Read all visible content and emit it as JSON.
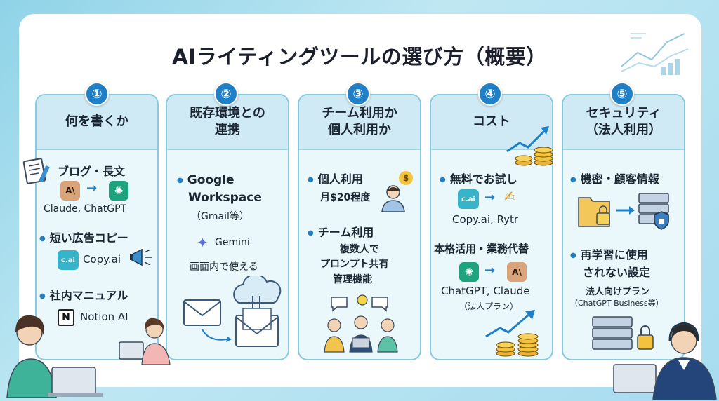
{
  "title": "AIライティングツールの選び方（概要）",
  "cards": [
    {
      "num": "①",
      "heading": "何を書くか",
      "items": [
        {
          "label": "ブログ・長文",
          "tools": "Claude, ChatGPT"
        },
        {
          "label": "短い広告コピー",
          "tools": "Copy.ai"
        },
        {
          "label": "社内マニュアル",
          "tools": "Notion AI"
        }
      ]
    },
    {
      "num": "②",
      "heading_line1": "既存環境との",
      "heading_line2": "連携",
      "item_line1": "Google",
      "item_line2": "Workspace",
      "item_line3": "（Gmail等）",
      "tool": "Gemini",
      "note": "画面内で使える"
    },
    {
      "num": "③",
      "heading_line1": "チーム利用か",
      "heading_line2": "個人利用か",
      "personal_label": "個人利用",
      "personal_price": "月$20程度",
      "team_label": "チーム利用",
      "team_line1": "複数人で",
      "team_line2": "プロンプト共有",
      "team_line3": "管理機能"
    },
    {
      "num": "④",
      "heading": "コスト",
      "free_label": "無料でお試し",
      "free_tools": "Copy.ai, Rytr",
      "pro_label": "本格活用・業務代替",
      "pro_tools": "ChatGPT, Claude",
      "pro_note": "（法人プラン）"
    },
    {
      "num": "⑤",
      "heading_line1": "セキュリティ",
      "heading_line2": "（法人利用）",
      "item1": "機密・顧客情報",
      "item2_line1": "再学習に使用",
      "item2_line2": "されない設定",
      "note_line1": "法人向けプラン",
      "note_line2": "（ChatGPT Business等）"
    }
  ],
  "logos": {
    "anthropic": "A\\",
    "chatgpt": "✺",
    "copyai": "c.ai",
    "notion": "N",
    "gemini": "✦",
    "dollar": "$"
  },
  "colors": {
    "accent": "#1f80c8",
    "card_bg": "#eaf7fb",
    "card_border": "#86cbe0",
    "header_bg": "#cfeaf4"
  }
}
